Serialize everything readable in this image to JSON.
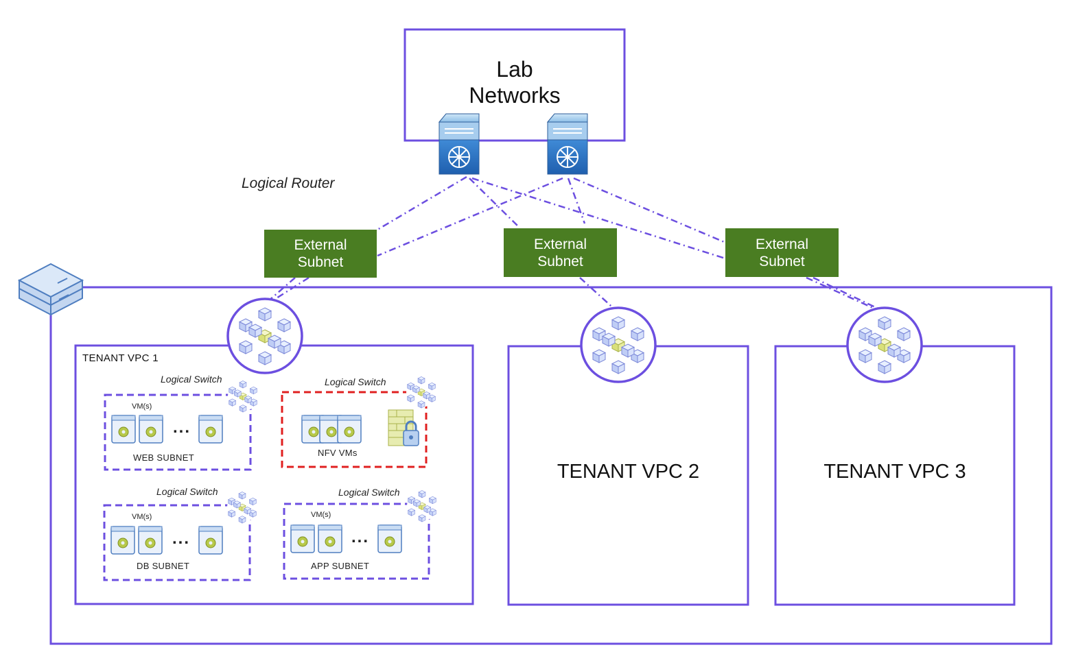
{
  "lab_networks": {
    "title": "Lab\nNetworks"
  },
  "logical_router": {
    "label": "Logical Router"
  },
  "external_subnets": [
    {
      "label": "External\nSubnet"
    },
    {
      "label": "External\nSubnet"
    },
    {
      "label": "External\nSubnet"
    }
  ],
  "vpc1": {
    "title": "TENANT VPC 1",
    "switches": [
      {
        "label": "Logical Switch",
        "vm_label": "VM(s)",
        "ellipsis": "...",
        "subnet": "WEB SUBNET"
      },
      {
        "label": "Logical Switch",
        "subnet": "NFV VMs"
      },
      {
        "label": "Logical Switch",
        "vm_label": "VM(s)",
        "ellipsis": "...",
        "subnet": "DB SUBNET"
      },
      {
        "label": "Logical Switch",
        "vm_label": "VM(s)",
        "ellipsis": "...",
        "subnet": "APP SUBNET"
      }
    ]
  },
  "vpc2": {
    "title": "TENANT VPC 2"
  },
  "vpc3": {
    "title": "TENANT VPC 3"
  },
  "colors": {
    "border": "#6c4fe0",
    "external_subnet": "#4a7d22",
    "nfv_border": "#e02020",
    "router_blue": "#2f6fbf"
  },
  "icons": [
    "router-icon",
    "cloud-stack-icon",
    "hub-icon",
    "vm-icon",
    "firewall-icon",
    "lock-icon"
  ]
}
